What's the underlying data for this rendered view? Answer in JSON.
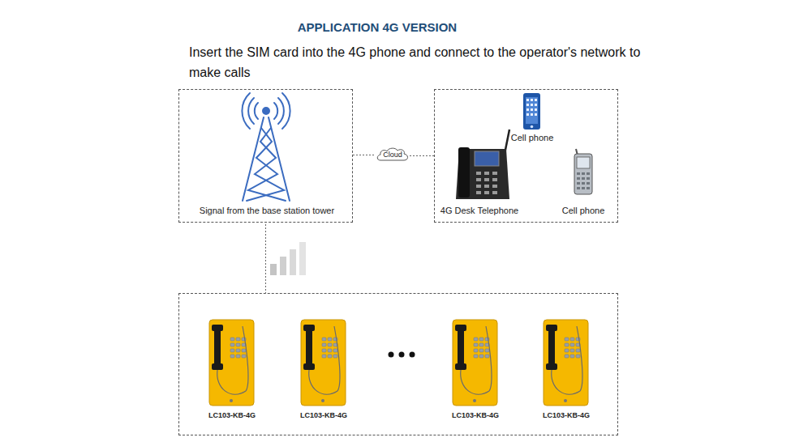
{
  "diagram": {
    "title": "APPLICATION 4G VERSION",
    "nodes": [
      {
        "text": [
          "Signal from the base station tower"
        ]
      },
      {
        "text": [
          "Cloud"
        ]
      },
      {
        "text": [
          "Cell phone",
          "4G Desk Telephone",
          "Cell phone"
        ]
      },
      {
        "text": [
          "LC103-KB-4G",
          "LC103-KB-4G",
          "LC103-KB-4G",
          "LC103-KB-4G"
        ]
      }
    ],
    "edges": [
      {
        "from": 0,
        "to": 1,
        "arrow": "none"
      },
      {
        "from": 1,
        "to": 2,
        "arrow": "none"
      },
      {
        "from": 0,
        "to": 3,
        "arrow": "none"
      }
    ],
    "labels": [
      "Insert the SIM card into the 4G phone and connect to the operator's network to make calls"
    ]
  }
}
